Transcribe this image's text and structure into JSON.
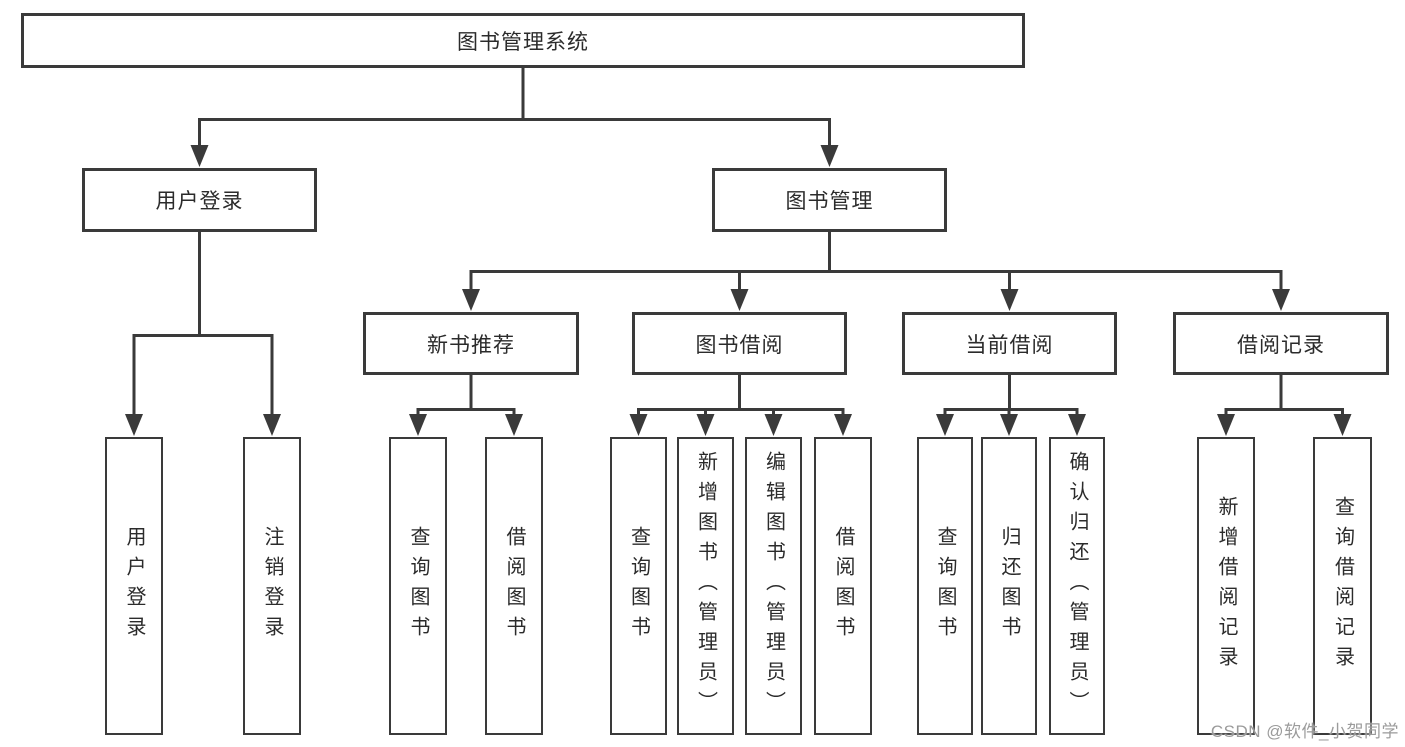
{
  "tree": {
    "root": "图书管理系统",
    "level2": [
      "用户登录",
      "图书管理"
    ],
    "level3": [
      "新书推荐",
      "图书借阅",
      "当前借阅",
      "借阅记录"
    ],
    "leafGroups": {
      "userLogin": [
        "用户登录",
        "注销登录"
      ],
      "newBook": [
        "查询图书",
        "借阅图书"
      ],
      "bookBorrow": [
        "查询图书",
        "新增图书（管理员）",
        "编辑图书（管理员）",
        "借阅图书"
      ],
      "currentBorrow": [
        "查询图书",
        "归还图书",
        "确认归还（管理员）"
      ],
      "borrowRecord": [
        "新增借阅记录",
        "查询借阅记录"
      ]
    }
  },
  "watermark": "CSDN @软件_小贺同学",
  "colors": {
    "line": "#3a3a3a",
    "box_border": "#3a3a3a",
    "text": "#2b2b2b",
    "watermark": "#9b9b9b",
    "background": "#ffffff"
  }
}
